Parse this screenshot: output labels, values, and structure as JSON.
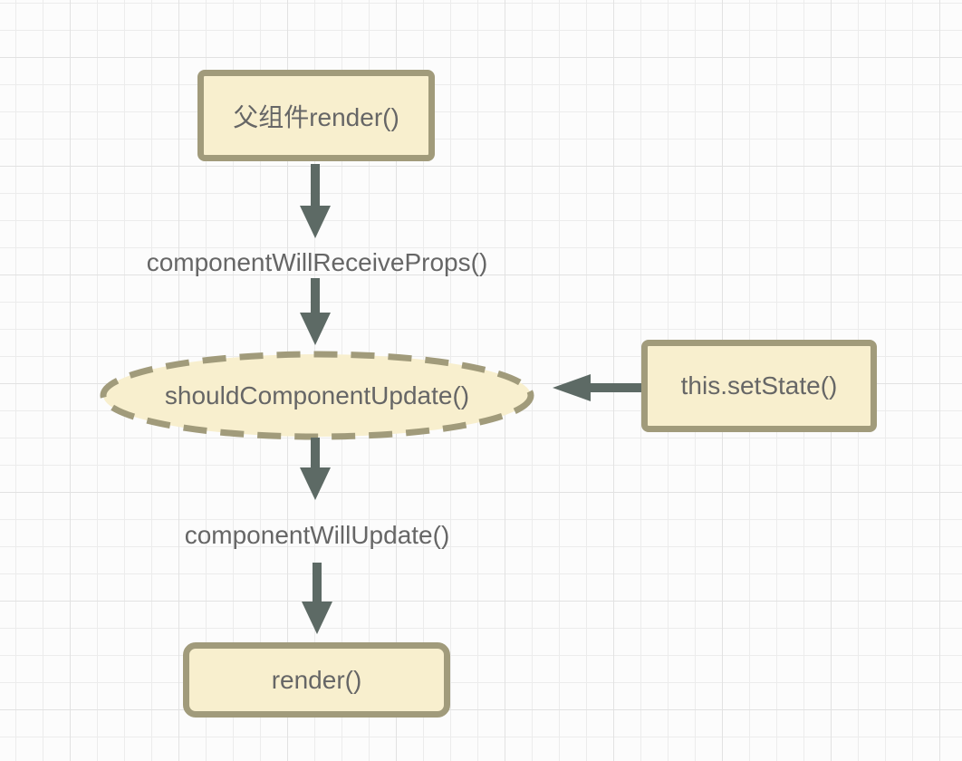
{
  "colors": {
    "node_fill": "#f8efce",
    "node_border": "#a19b7b",
    "arrow": "#5d6a65",
    "label_text": "#666666",
    "canvas_bg": "#fcfcfc",
    "grid_minor": "#ececec",
    "grid_major": "#e2e2e2"
  },
  "nodes": {
    "parent_render": {
      "label": "父组件render()",
      "shape": "rectangle"
    },
    "component_will_receive_props": {
      "label": "componentWillReceiveProps()",
      "shape": "text"
    },
    "should_component_update": {
      "label": "shouldComponentUpdate()",
      "shape": "dashed-ellipse"
    },
    "set_state": {
      "label": "this.setState()",
      "shape": "rectangle"
    },
    "component_will_update": {
      "label": "componentWillUpdate()",
      "shape": "text"
    },
    "render": {
      "label": "render()",
      "shape": "rectangle"
    }
  },
  "edges": [
    {
      "from": "parent_render",
      "to": "component_will_receive_props",
      "direction": "down"
    },
    {
      "from": "component_will_receive_props",
      "to": "should_component_update",
      "direction": "down"
    },
    {
      "from": "set_state",
      "to": "should_component_update",
      "direction": "left"
    },
    {
      "from": "should_component_update",
      "to": "component_will_update",
      "direction": "down"
    },
    {
      "from": "component_will_update",
      "to": "render",
      "direction": "down"
    }
  ]
}
